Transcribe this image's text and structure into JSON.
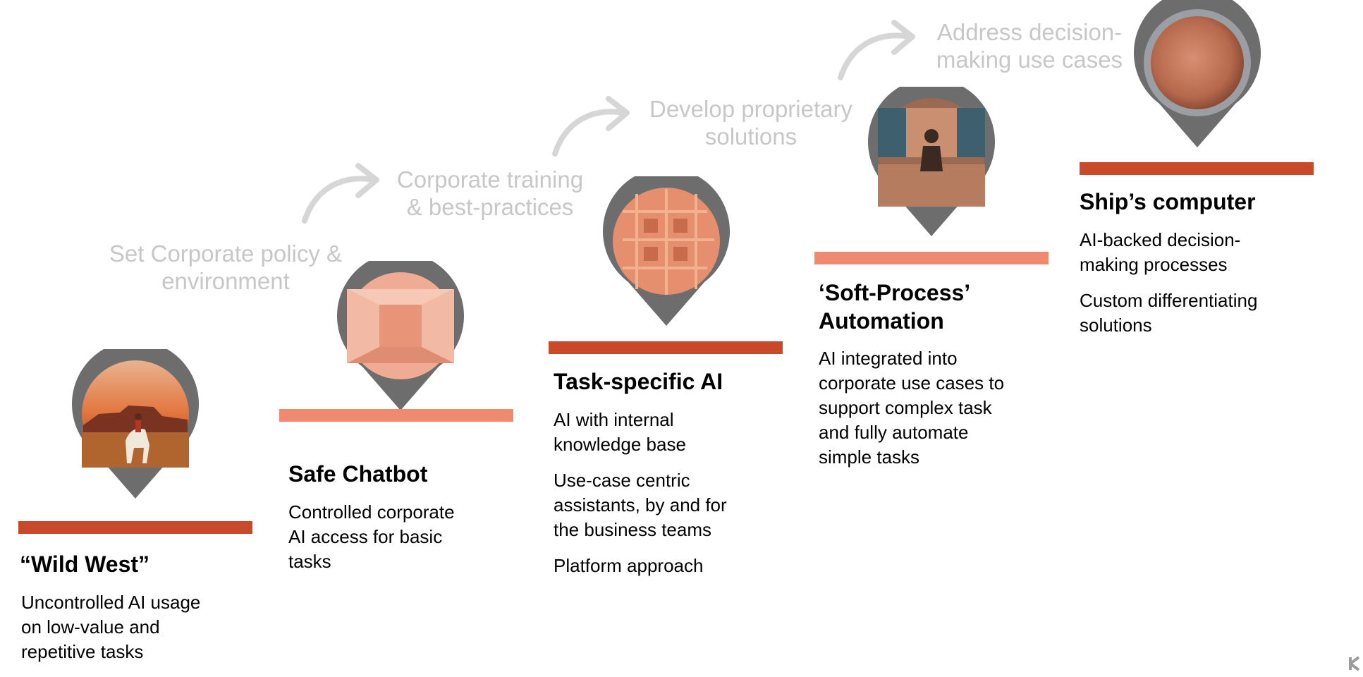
{
  "colors": {
    "bar_dark": "#c84a2b",
    "bar_light": "#ef8a70",
    "pin": "#6d6d6d",
    "transition_text": "#c7c7c7",
    "arrow": "#d6d6d6"
  },
  "transitions": [
    {
      "label": "Set Corporate policy &\nenvironment"
    },
    {
      "label": "Corporate training\n& best-practices"
    },
    {
      "label": "Develop proprietary\nsolutions"
    },
    {
      "label": "Address decision-\nmaking use cases"
    }
  ],
  "stages": [
    {
      "title": "“Wild West”",
      "image_icon": "cowboy-desert-photo",
      "bar_tone": "dark",
      "items": [
        "Uncontrolled AI usage\non low-value and\nrepetitive tasks"
      ]
    },
    {
      "title": "Safe Chatbot",
      "image_icon": "server-room-photo",
      "bar_tone": "light",
      "items": [
        "Controlled corporate\nAI access for basic\ntasks"
      ]
    },
    {
      "title": "Task-specific AI",
      "image_icon": "aerial-office-photo",
      "bar_tone": "dark",
      "items": [
        "AI with internal\nknowledge base",
        "Use-case centric\nassistants, by and for\nthe business teams",
        "Platform approach"
      ]
    },
    {
      "title": "‘Soft-Process’\nAutomation",
      "image_icon": "control-room-photo",
      "bar_tone": "light",
      "items": [
        "AI integrated into\ncorporate use cases to\nsupport complex task\nand fully automate\nsimple tasks"
      ]
    },
    {
      "title": "Ship’s computer",
      "image_icon": "copper-sphere-photo",
      "bar_tone": "dark",
      "items": [
        "AI-backed decision-\nmaking processes",
        "Custom differentiating\nsolutions"
      ]
    }
  ]
}
